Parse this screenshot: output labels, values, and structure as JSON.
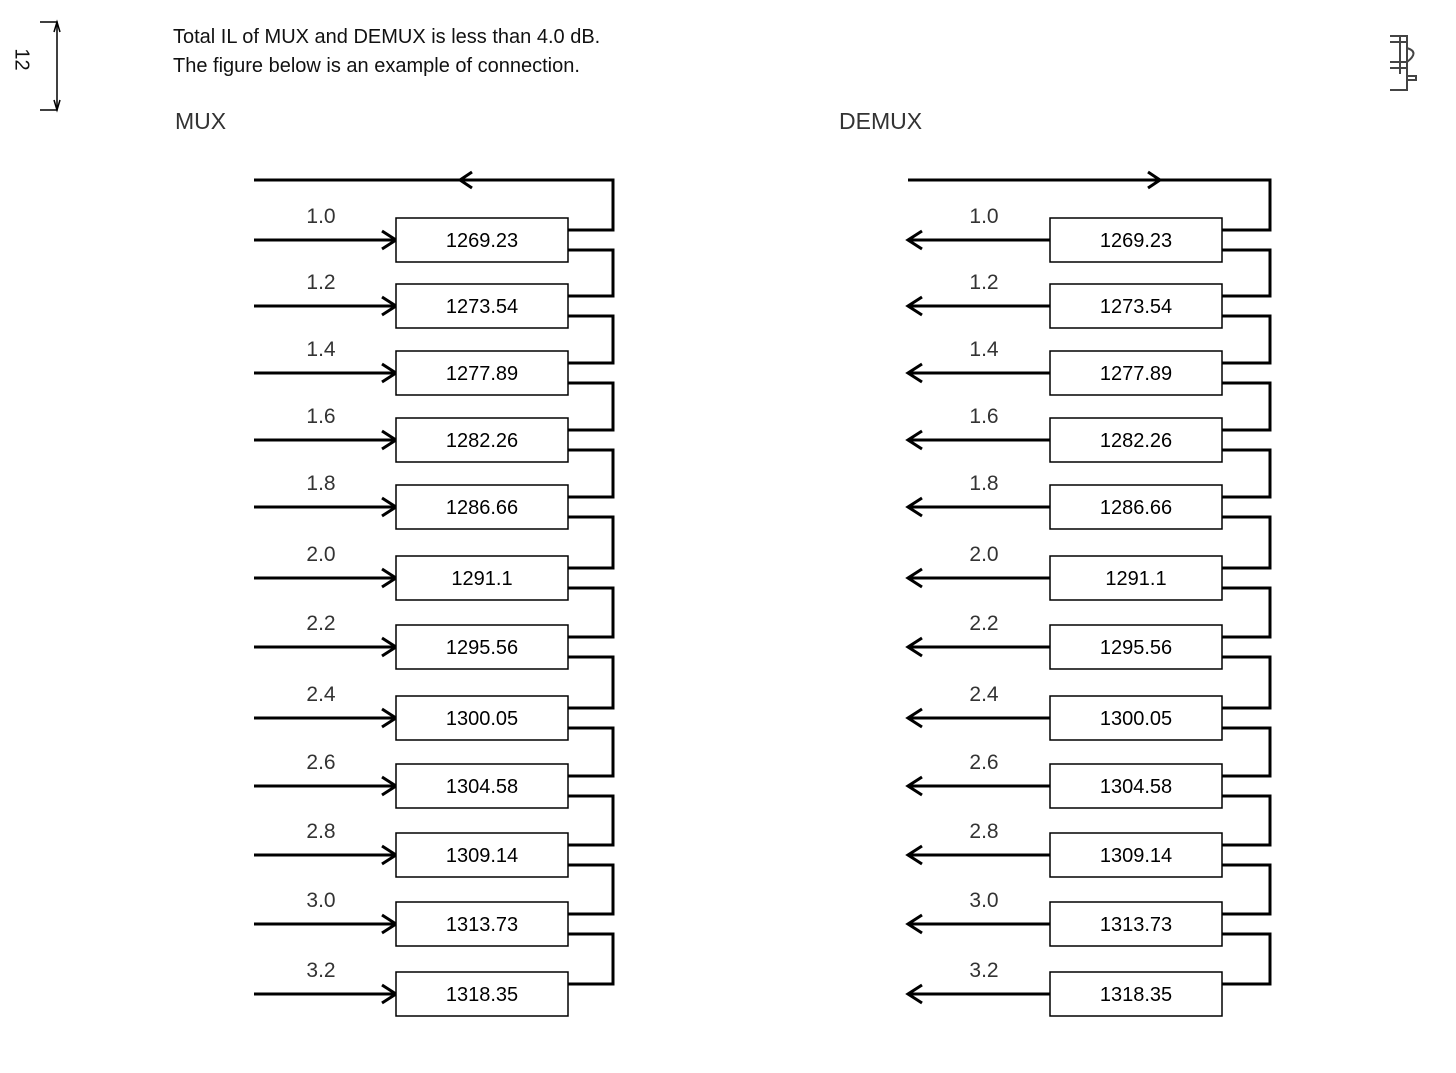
{
  "header": {
    "line1": "Total IL of MUX and DEMUX is less than 4.0 dB.",
    "line2": "The figure below is an example of connection."
  },
  "margin_mark": "12",
  "mux": {
    "title": "MUX"
  },
  "demux": {
    "title": "DEMUX"
  },
  "channels": [
    {
      "il": "1.0",
      "wl": "1269.23"
    },
    {
      "il": "1.2",
      "wl": "1273.54"
    },
    {
      "il": "1.4",
      "wl": "1277.89"
    },
    {
      "il": "1.6",
      "wl": "1282.26"
    },
    {
      "il": "1.8",
      "wl": "1286.66"
    },
    {
      "il": "2.0",
      "wl": "1291.1"
    },
    {
      "il": "2.2",
      "wl": "1295.56"
    },
    {
      "il": "2.4",
      "wl": "1300.05"
    },
    {
      "il": "2.6",
      "wl": "1304.58"
    },
    {
      "il": "2.8",
      "wl": "1309.14"
    },
    {
      "il": "3.0",
      "wl": "1313.73"
    },
    {
      "il": "3.2",
      "wl": "1318.35"
    }
  ]
}
